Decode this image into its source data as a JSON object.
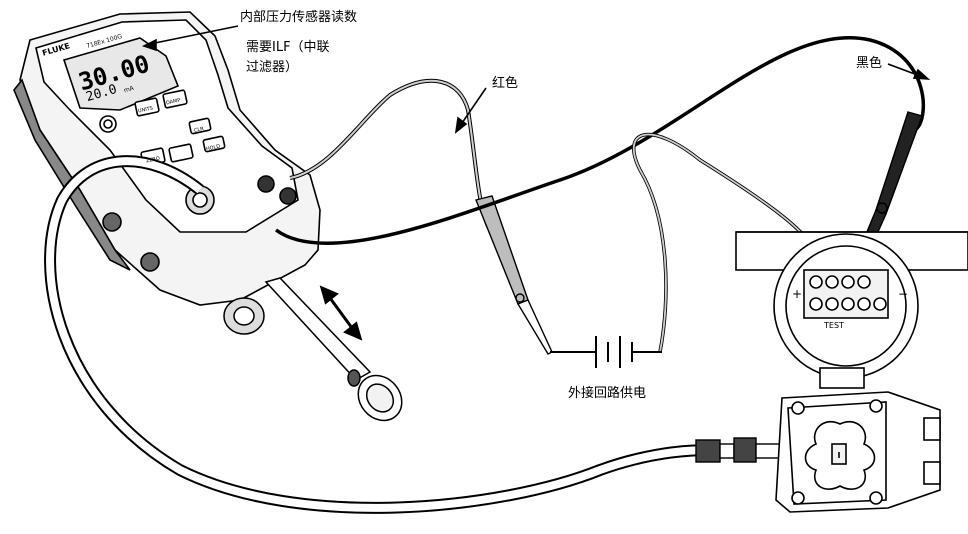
{
  "annotations": {
    "internal_sensor": "内部压力传感器读数",
    "ilf_line1": "需要ILF（中联",
    "ilf_line2": "过滤器）",
    "red_lead": "红色",
    "black_lead": "黑色",
    "loop_power": "外接回路供电"
  },
  "calibrator": {
    "brand": "FLUKE",
    "model": "718Ex 100G",
    "display_main": "30.00",
    "display_sub": "20.0",
    "display_sub_unit": "mA",
    "button_units": "UNITS",
    "button_damp": "DAMP",
    "button_clr": "CLR",
    "button_hold": "HOLD",
    "button_zero": "ZERO"
  },
  "transmitter": {
    "terminal_test": "TEST",
    "plus": "+",
    "minus": "−"
  },
  "colors": {
    "red_lead": "#b8b8b8",
    "black_lead": "#000000",
    "outline": "#000000"
  }
}
